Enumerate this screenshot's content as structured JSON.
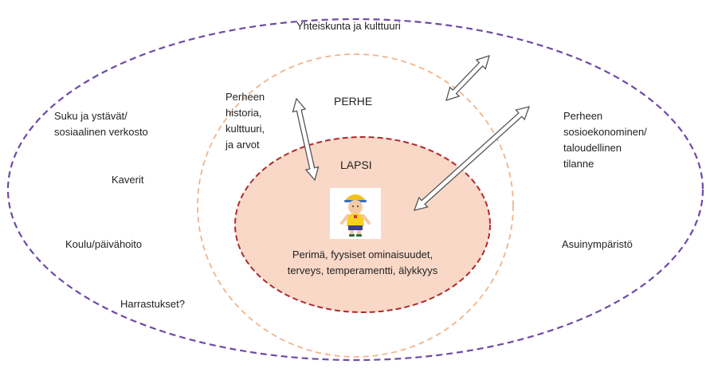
{
  "colors": {
    "outer_ring": "#6e4aa6",
    "family_ring": "#f0b48c",
    "child_ring": "#b22a2a",
    "child_fill": "#f9d8c8",
    "arrow": "#555555"
  },
  "labels": {
    "society": "Yhteiskunta ja kulttuuri",
    "family": "PERHE",
    "child": "LAPSI",
    "relatives": "Suku ja ystävät/\nsosiaalinen verkosto",
    "friends": "Kaverit",
    "school": "Koulu/päivähoito",
    "hobbies": "Harrastukset?",
    "family_history": "Perheen\nhistoria,\nkulttuuri,\nja arvot",
    "family_economy": "Perheen\nsosioekonominen/\ntaloudellinen\ntilanne",
    "environment": "Asuinympäristö",
    "child_traits": "Perimä, fyysiset ominaisuudet,\nterveys, temperamentti, älykkyys"
  },
  "icons": {
    "child": "child-figure-icon",
    "arrows": "double-headed-arrow-icon"
  }
}
